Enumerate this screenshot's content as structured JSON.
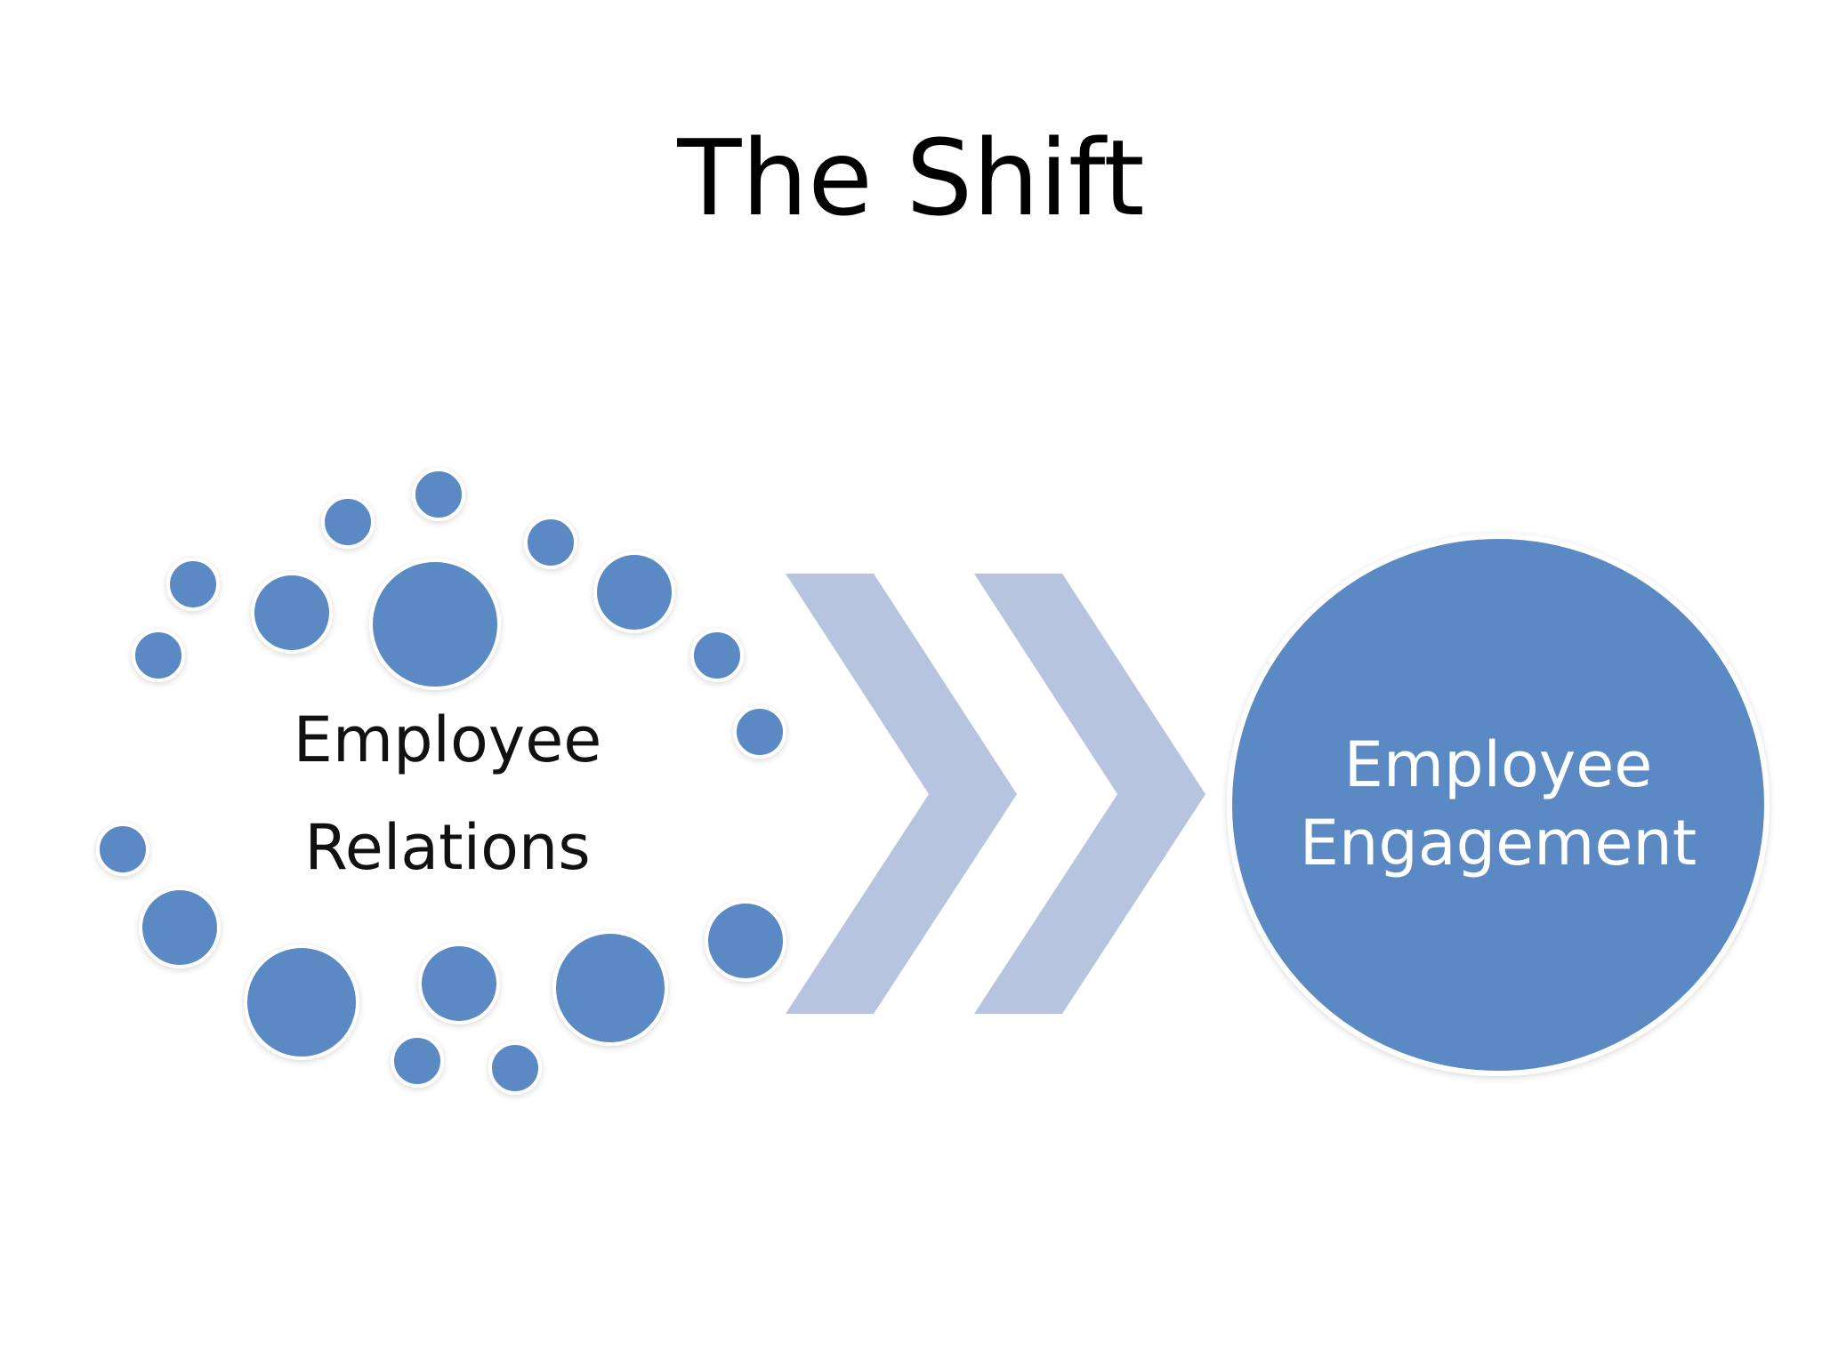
{
  "slide": {
    "title": "The Shift"
  },
  "diagram": {
    "from_label_line1": "Employee",
    "from_label_line2": "Relations",
    "to_label_line1": "Employee",
    "to_label_line2": "Engagement",
    "colors": {
      "dot": "#5a89c3",
      "chevron": "#b7c4df",
      "target_circle": "#5a89c3"
    }
  }
}
